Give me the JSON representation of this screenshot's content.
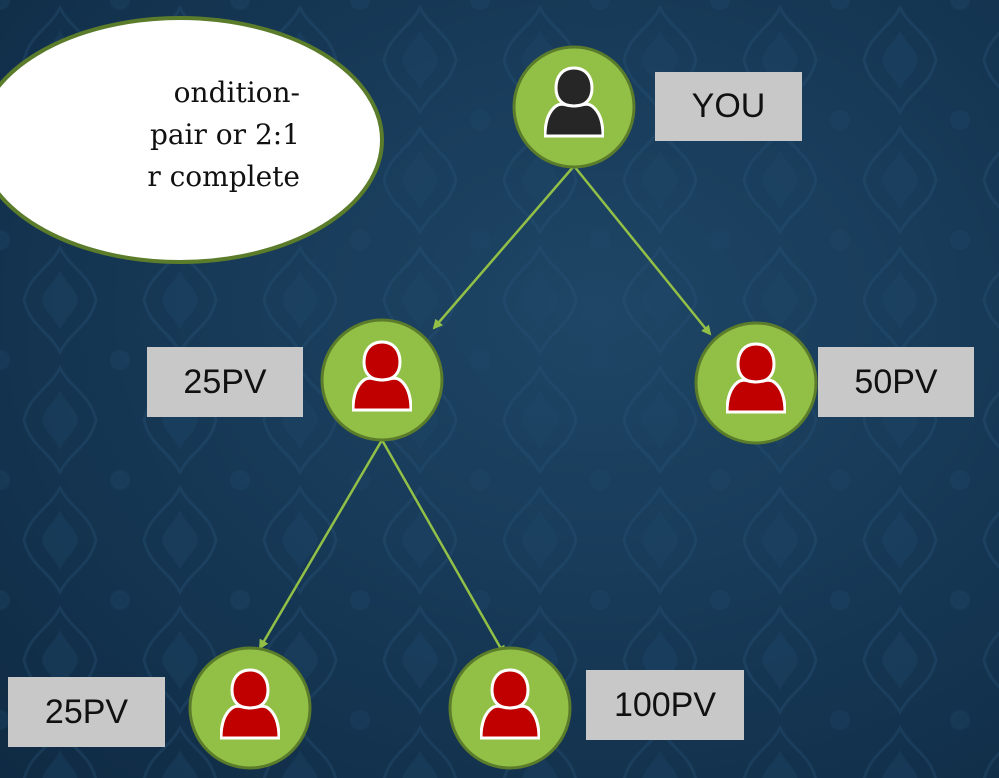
{
  "callout": {
    "line1": "ondition-",
    "line2": "pair  or 2:1",
    "line3": "r complete"
  },
  "nodes": {
    "you": {
      "label": "YOU",
      "icon": "person-icon",
      "color": "#262626"
    },
    "left": {
      "label": "25PV",
      "icon": "person-icon",
      "color": "#c00000"
    },
    "right": {
      "label": "50PV",
      "icon": "person-icon",
      "color": "#c00000"
    },
    "bottom_left": {
      "label": "25PV",
      "icon": "person-icon",
      "color": "#c00000"
    },
    "bottom_right": {
      "label": "100PV",
      "icon": "person-icon",
      "color": "#c00000"
    }
  },
  "colors": {
    "node_fill": "#92c047",
    "node_border": "#5b7c2a",
    "arrow": "#92c047",
    "label_bg": "#c8c8c8",
    "background": "#173a58"
  }
}
